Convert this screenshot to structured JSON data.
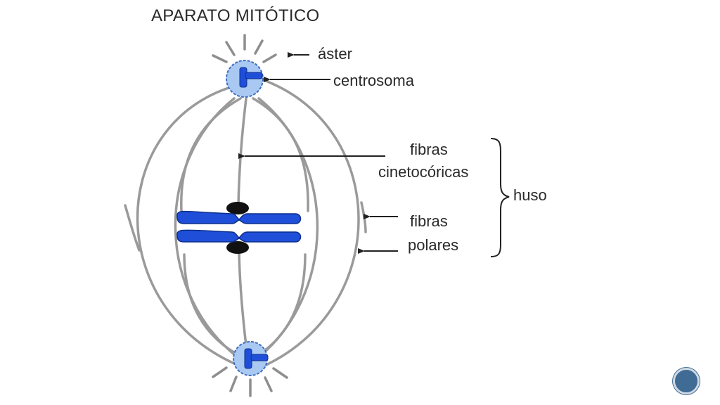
{
  "title": "APARATO MITÓTICO",
  "labels": {
    "aster": "áster",
    "centrosoma": "centrosoma",
    "fibras_cineto_1": "fibras",
    "fibras_cineto_2": "cinetocóricas",
    "huso": "huso",
    "fibras_polares_1": "fibras",
    "fibras_polares_2": "polares"
  },
  "colors": {
    "centrosome_fill": "#a9c8f2",
    "chromosome_fill": "#1f4fd9",
    "kinetochore": "#111111",
    "fiber": "#9a9a9a"
  },
  "icons": {
    "nav": "slide-nav-button"
  }
}
